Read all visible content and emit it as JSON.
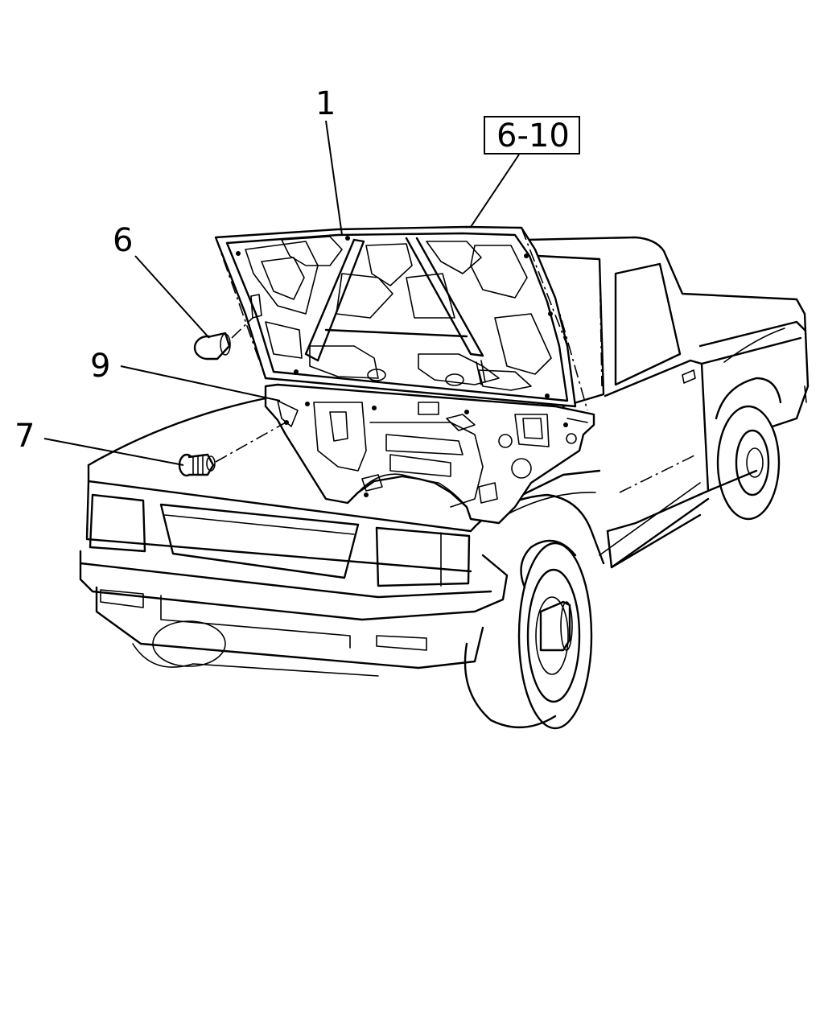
{
  "callouts": {
    "hood": "1",
    "range": "6-10",
    "bumper_stop": "6",
    "insulator": "9",
    "clip": "7"
  }
}
